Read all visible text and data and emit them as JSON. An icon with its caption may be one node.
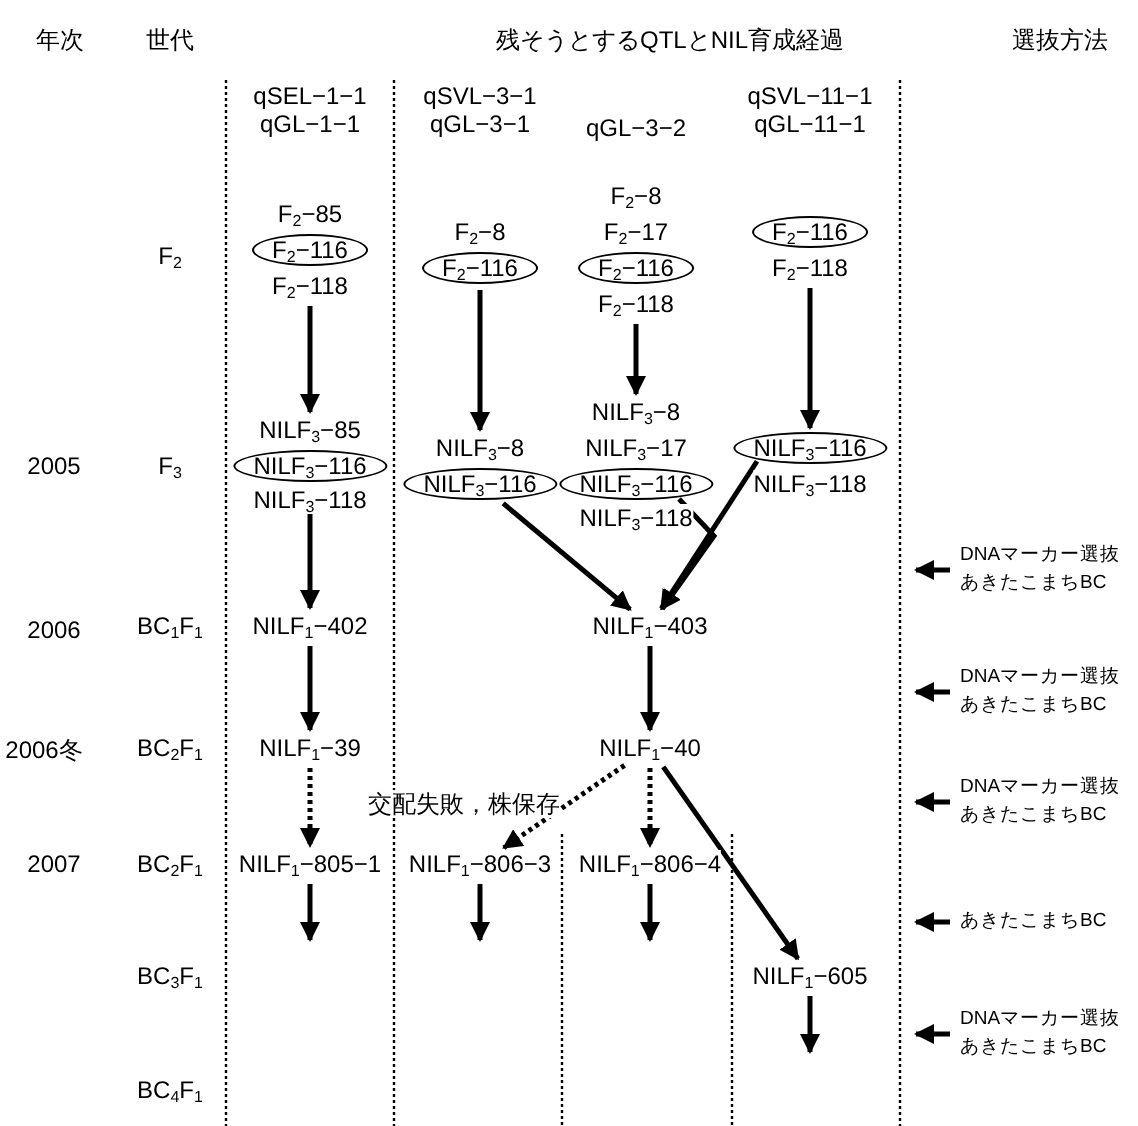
{
  "diagram": {
    "title": "残そうとするQTLとNIL育成経過",
    "nodes": [
      {
        "text": [
          "F$_{2}$−85"
        ]
      },
      {
        "text": [
          "F$_{2}$−116"
        ]
      },
      {
        "text": [
          "F$_{2}$−118"
        ]
      },
      {
        "text": [
          "F$_{2}$−8"
        ]
      },
      {
        "text": [
          "F$_{2}$−116"
        ]
      },
      {
        "text": [
          "F$_{2}$−8"
        ]
      },
      {
        "text": [
          "F$_{2}$−17"
        ]
      },
      {
        "text": [
          "F$_{2}$−116"
        ]
      },
      {
        "text": [
          "F$_{2}$−118"
        ]
      },
      {
        "text": [
          "F$_{2}$−116"
        ]
      },
      {
        "text": [
          "F$_{2}$−118"
        ]
      },
      {
        "text": [
          "NILF$_{3}$−85"
        ]
      },
      {
        "text": [
          "NILF$_{3}$−116"
        ]
      },
      {
        "text": [
          "NILF$_{3}$−118"
        ]
      },
      {
        "text": [
          "NILF$_{3}$−8"
        ]
      },
      {
        "text": [
          "NILF$_{3}$−116"
        ]
      },
      {
        "text": [
          "NILF$_{3}$−8"
        ]
      },
      {
        "text": [
          "NILF$_{3}$−17"
        ]
      },
      {
        "text": [
          "NILF$_{3}$−116"
        ]
      },
      {
        "text": [
          "NILF$_{3}$−118"
        ]
      },
      {
        "text": [
          "NILF$_{3}$−116"
        ]
      },
      {
        "text": [
          "NILF$_{3}$−118"
        ]
      },
      {
        "text": [
          "NILF$_{1}$−402"
        ]
      },
      {
        "text": [
          "NILF$_{1}$−403"
        ]
      },
      {
        "text": [
          "NILF$_{1}$−39"
        ]
      },
      {
        "text": [
          "NILF$_{1}$−40"
        ]
      },
      {
        "text": [
          "NILF$_{1}$−805−1"
        ]
      },
      {
        "text": [
          "NILF$_{1}$−806−3"
        ]
      },
      {
        "text": [
          "NILF$_{1}$−806−4"
        ]
      },
      {
        "text": [
          "NILF$_{1}$−605"
        ]
      }
    ],
    "edges": [
      {
        "from": 2,
        "to": 11,
        "arrow": "to"
      },
      {
        "from": 4,
        "to": 14,
        "arrow": "to"
      },
      {
        "from": 8,
        "to": 16,
        "arrow": "to"
      },
      {
        "from": 10,
        "to": 20,
        "arrow": "to"
      },
      {
        "from": 12,
        "to": 22,
        "arrow": "to"
      },
      {
        "from": 15,
        "to": 23,
        "arrow": "to"
      },
      {
        "from": 18,
        "to": 23,
        "arrow": "to"
      },
      {
        "from": 20,
        "to": 23,
        "arrow": "to"
      },
      {
        "from": 22,
        "to": 24,
        "arrow": "to"
      },
      {
        "from": 23,
        "to": 25,
        "arrow": "to"
      },
      {
        "from": 24,
        "to": 26,
        "arrow": "to",
        "style": "dashed"
      },
      {
        "from": 25,
        "to": 27,
        "arrow": "to",
        "style": "dashed",
        "label": "交配失敗，株保存"
      },
      {
        "from": 25,
        "to": 28,
        "arrow": "to",
        "style": "dashed"
      },
      {
        "from": 25,
        "to": 29,
        "arrow": "to"
      },
      {
        "from": 26,
        "to": null,
        "arrow": "to"
      },
      {
        "from": 27,
        "to": null,
        "arrow": "to"
      },
      {
        "from": 28,
        "to": null,
        "arrow": "to"
      },
      {
        "from": 29,
        "to": null,
        "arrow": "to"
      }
    ],
    "labels": [
      "年次",
      "世代",
      "選抜方法",
      "qSEL−1−1 qGL−1−1",
      "qSVL−3−1 qGL−3−1",
      "qGL−3−2",
      "qSVL−11−1 qGL−11−1",
      "F$_{2}$",
      "2005",
      "F$_{3}$",
      "DNAマーカー選抜",
      "あきたこまちBC",
      "2006",
      "BC$_{1}$F$_{1}$",
      "DNAマーカー選抜",
      "あきたこまちBC",
      "2006冬",
      "BC$_{2}$F$_{1}$",
      "DNAマーカー選抜",
      "あきたこまちBC",
      "2007",
      "BC$_{2}$F$_{1}$",
      "あきたこまちBC",
      "BC$_{3}$F$_{1}$",
      "DNAマーカー選抜",
      "あきたこまちBC",
      "BC$_{4}$F$_{1}$"
    ]
  }
}
